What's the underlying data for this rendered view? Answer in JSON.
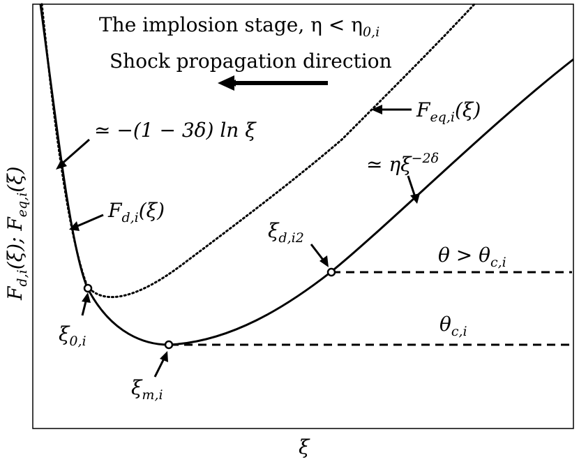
{
  "title_line1": "The implosion stage, η < η",
  "title_line1_sub": "0,i",
  "title_line2": "Shock propagation direction",
  "axes": {
    "xlabel": "ξ",
    "ylabel": "F",
    "ylabel_sub1": "d,i",
    "ylabel_mid": "(ξ); F",
    "ylabel_sub2": "eq,i",
    "ylabel_tail": "(ξ)"
  },
  "labels": {
    "feq_main": "F",
    "feq_sub": "eq,i",
    "feq_tail": "(ξ)",
    "fd_main": "F",
    "fd_sub": "d,i",
    "fd_tail": "(ξ)",
    "log_approx": "≃ −(1 − 3δ) ln ξ",
    "power_approx_main": "≃ ηξ",
    "power_approx_sup": "−2δ",
    "xi0_main": "ξ",
    "xi0_sub": "0,i",
    "xim_main": "ξ",
    "xim_sub": "m,i",
    "xid2_main": "ξ",
    "xid2_sub": "d,i2",
    "theta_gt_main": "θ > θ",
    "theta_gt_sub": "c,i",
    "theta_c_main": "θ",
    "theta_c_sub": "c,i"
  },
  "colors": {
    "ink": "#000000",
    "background": "#ffffff"
  }
}
